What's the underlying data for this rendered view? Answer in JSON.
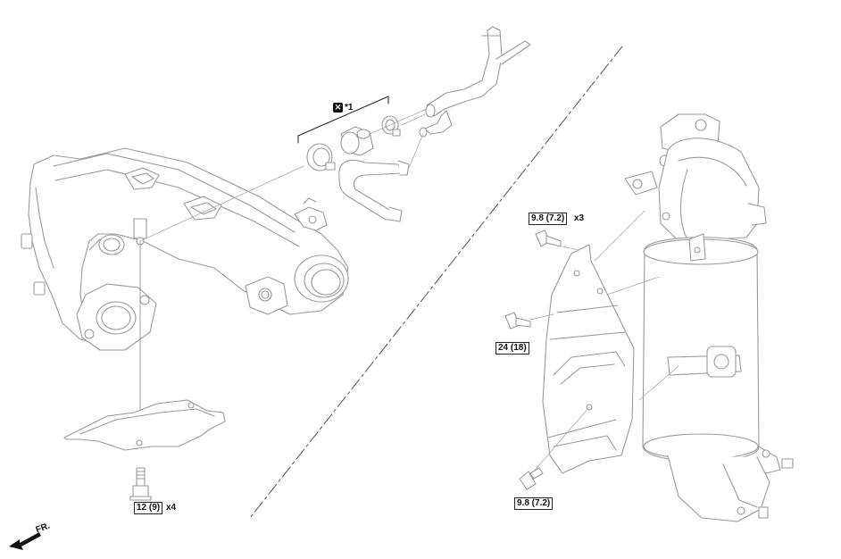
{
  "callouts": {
    "torque_12": "12 (9)",
    "qty_x4": "x4",
    "torque_98_top": "9.8 (7.2)",
    "qty_x3": "x3",
    "torque_24": "24 (18)",
    "torque_98_bottom": "9.8 (7.2)",
    "gasket_note": "*1",
    "front": "FR."
  },
  "icons": {
    "non_reusable": "x-mark-icon",
    "front_arrow": "front-arrow-icon"
  },
  "colors": {
    "line": "#9a9a9a",
    "part_fill": "#ffffff",
    "text": "#111111"
  }
}
